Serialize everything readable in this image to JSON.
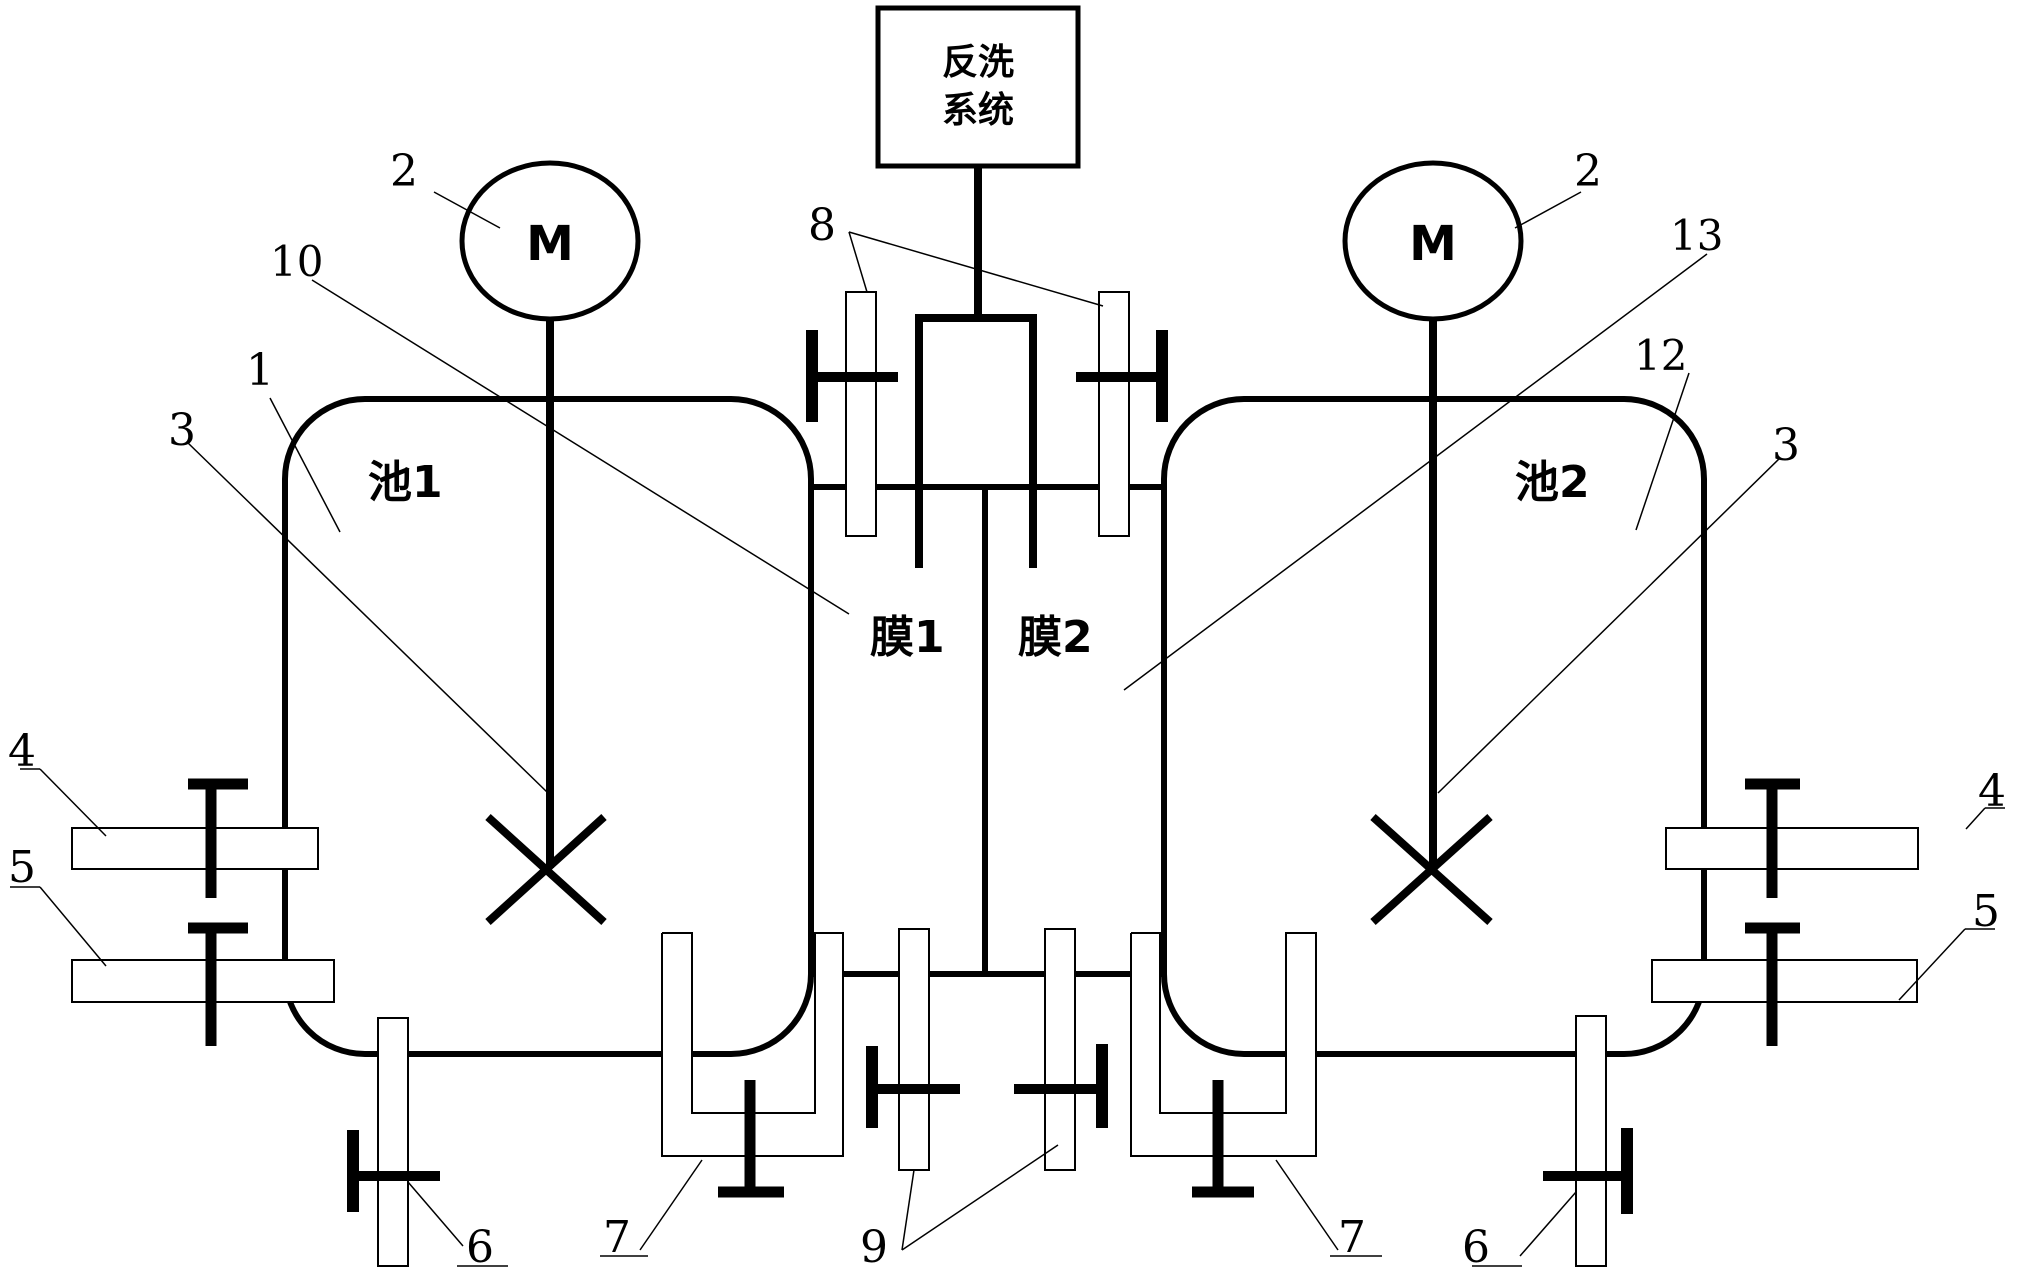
{
  "system_box": {
    "line1": "反洗",
    "line2": "系统"
  },
  "motor_left": {
    "symbol": "M"
  },
  "motor_right": {
    "symbol": "M"
  },
  "pool_left": {
    "label": "池1"
  },
  "pool_right": {
    "label": "池2"
  },
  "membrane_1": {
    "label": "膜1"
  },
  "membrane_2": {
    "label": "膜2"
  },
  "callouts": {
    "n1": "1",
    "n2_left": "2",
    "n2_right": "2",
    "n3_left": "3",
    "n3_right": "3",
    "n4_left": "4",
    "n4_right": "4",
    "n5_left": "5",
    "n5_right": "5",
    "n6_left": "6",
    "n6_right": "6",
    "n7_left": "7",
    "n7_right": "7",
    "n8": "8",
    "n9": "9",
    "n10": "10",
    "n12": "12",
    "n13": "13"
  },
  "colors": {
    "ink": "#000000",
    "paper": "#ffffff"
  }
}
